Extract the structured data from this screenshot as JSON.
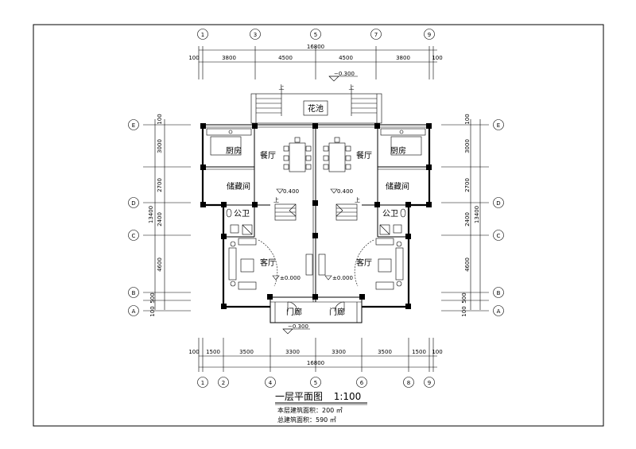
{
  "drawing": {
    "title": "一层平面图",
    "scale": "1:100",
    "floor_area_label": "本层建筑面积：200 ㎡",
    "total_area_label": "总建筑面积：590 ㎡"
  },
  "axes": {
    "top": [
      "1",
      "3",
      "5",
      "7",
      "9"
    ],
    "bottom": [
      "1",
      "2",
      "4",
      "5",
      "6",
      "8",
      "9"
    ],
    "left": [
      "E",
      "D",
      "C",
      "B",
      "A"
    ],
    "right": [
      "E",
      "D",
      "C",
      "B",
      "A"
    ]
  },
  "dimensions": {
    "top_total": "16800",
    "top_segments": [
      "100",
      "3800",
      "4500",
      "4500",
      "3800",
      "100"
    ],
    "bottom_total": "16800",
    "bottom_segments": [
      "100",
      "1500",
      "3500",
      "3300",
      "3300",
      "3500",
      "1500",
      "100"
    ],
    "side_total": "13400",
    "side_segments": [
      "100",
      "3000",
      "2700",
      "2400",
      "4600",
      "500",
      "100"
    ]
  },
  "rooms": {
    "flower_bed": "花池",
    "kitchen_l": "厨房",
    "kitchen_r": "厨房",
    "dining_l": "餐厅",
    "dining_r": "餐厅",
    "storage_l": "储藏间",
    "storage_r": "储藏间",
    "wc_l": "公卫",
    "wc_r": "公卫",
    "living_l": "客厅",
    "living_r": "客厅",
    "porch_l": "门廊",
    "porch_r": "门廊"
  },
  "elevations": {
    "top": "−0.300",
    "bottom": "−0.300",
    "dining_l": "0.400",
    "dining_r": "0.400",
    "living_l": "±0.000",
    "living_r": "±0.000"
  },
  "markers": {
    "up": "上"
  }
}
